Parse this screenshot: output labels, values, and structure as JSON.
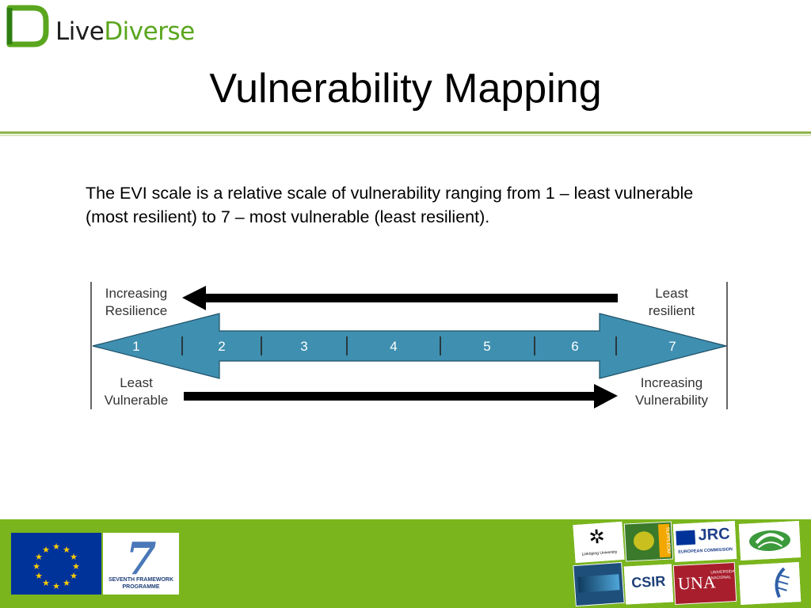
{
  "brand": {
    "part1": "Live",
    "part2": "Diverse"
  },
  "slide": {
    "title": "Vulnerability Mapping",
    "body": "The EVI scale is a relative scale of vulnerability ranging from 1 – least vulnerable (most resilient) to 7 – most vulnerable (least resilient)."
  },
  "scale": {
    "numbers": [
      "1",
      "2",
      "3",
      "4",
      "5",
      "6",
      "7"
    ],
    "top_left": [
      "Increasing",
      "Resilience"
    ],
    "top_right": [
      "Least",
      "resilient"
    ],
    "bottom_left": [
      "Least",
      "Vulnerable"
    ],
    "bottom_right": [
      "Increasing",
      "Vulnerability"
    ]
  },
  "footer": {
    "fp7_number": "7",
    "fp7_caption": [
      "SEVENTH FRAMEWORK",
      "PROGRAMME"
    ],
    "partners": {
      "jrc": "JRC",
      "jrc_sub": "EUROPEAN COMMISSION",
      "csir": "CSIR",
      "una": "UNA",
      "una_sub": [
        "UNIVERSIDAD",
        "NACIONAL"
      ],
      "liu": "Linköping University",
      "suppleom": "SUPPLEOM"
    }
  },
  "colors": {
    "green": "#7ab51d",
    "scale_blue": "#3f8fb0",
    "eu_blue": "#003399",
    "star_yellow": "#ffcc00"
  }
}
